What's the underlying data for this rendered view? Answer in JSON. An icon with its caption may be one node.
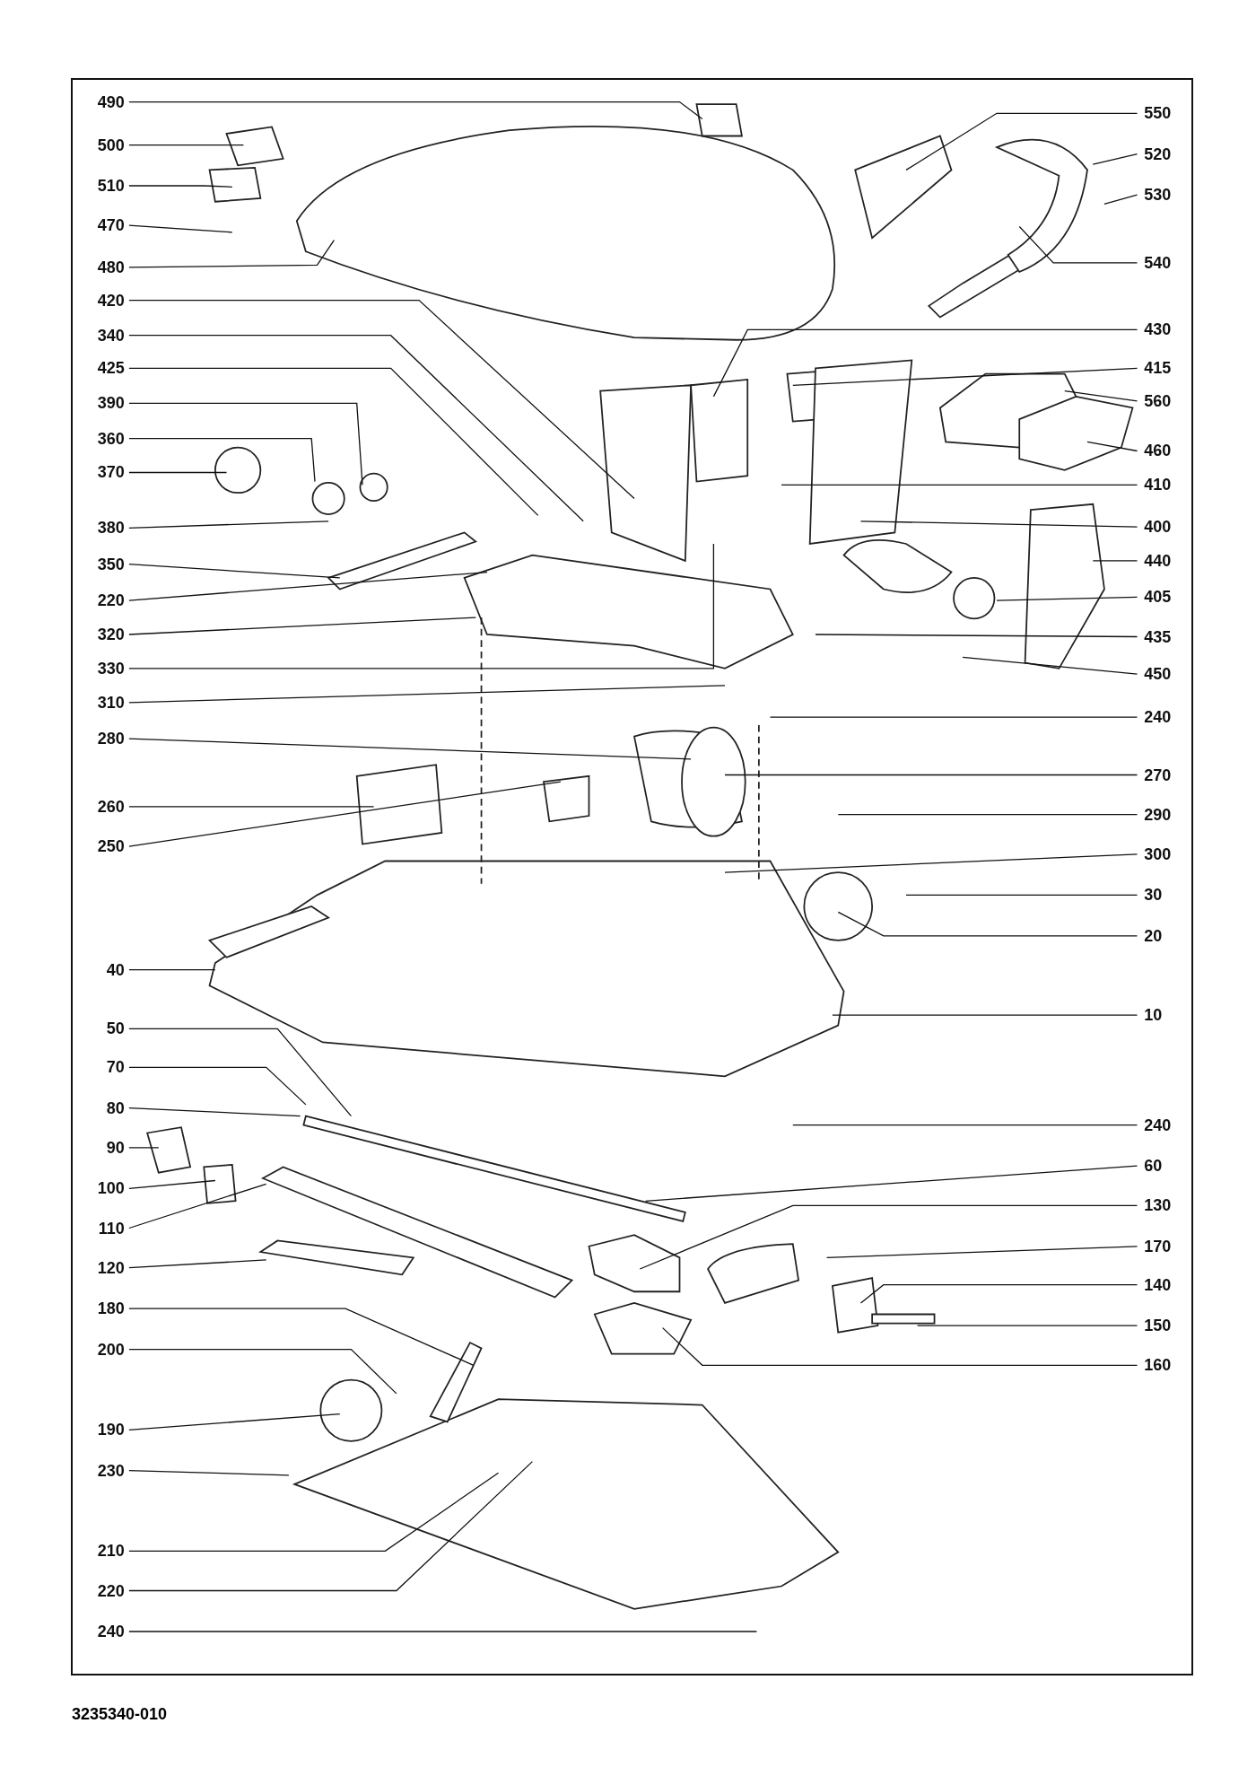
{
  "diagram": {
    "nodes": [
      {
        "text": [
          "490"
        ]
      },
      {
        "text": [
          "500"
        ]
      },
      {
        "text": [
          "510"
        ]
      },
      {
        "text": [
          "470"
        ]
      },
      {
        "text": [
          "480"
        ]
      },
      {
        "text": [
          "420"
        ]
      },
      {
        "text": [
          "340"
        ]
      },
      {
        "text": [
          "425"
        ]
      },
      {
        "text": [
          "390"
        ]
      },
      {
        "text": [
          "360"
        ]
      },
      {
        "text": [
          "370"
        ]
      },
      {
        "text": [
          "380"
        ]
      },
      {
        "text": [
          "350"
        ]
      },
      {
        "text": [
          "220"
        ]
      },
      {
        "text": [
          "320"
        ]
      },
      {
        "text": [
          "330"
        ]
      },
      {
        "text": [
          "310"
        ]
      },
      {
        "text": [
          "280"
        ]
      },
      {
        "text": [
          "260"
        ]
      },
      {
        "text": [
          "250"
        ]
      },
      {
        "text": [
          "40"
        ]
      },
      {
        "text": [
          "50"
        ]
      },
      {
        "text": [
          "70"
        ]
      },
      {
        "text": [
          "80"
        ]
      },
      {
        "text": [
          "90"
        ]
      },
      {
        "text": [
          "100"
        ]
      },
      {
        "text": [
          "110"
        ]
      },
      {
        "text": [
          "120"
        ]
      },
      {
        "text": [
          "180"
        ]
      },
      {
        "text": [
          "200"
        ]
      },
      {
        "text": [
          "190"
        ]
      },
      {
        "text": [
          "230"
        ]
      },
      {
        "text": [
          "210"
        ]
      },
      {
        "text": [
          "220"
        ]
      },
      {
        "text": [
          "240"
        ]
      },
      {
        "text": [
          "550"
        ]
      },
      {
        "text": [
          "520"
        ]
      },
      {
        "text": [
          "530"
        ]
      },
      {
        "text": [
          "540"
        ]
      },
      {
        "text": [
          "430"
        ]
      },
      {
        "text": [
          "415"
        ]
      },
      {
        "text": [
          "560"
        ]
      },
      {
        "text": [
          "460"
        ]
      },
      {
        "text": [
          "410"
        ]
      },
      {
        "text": [
          "400"
        ]
      },
      {
        "text": [
          "440"
        ]
      },
      {
        "text": [
          "405"
        ]
      },
      {
        "text": [
          "435"
        ]
      },
      {
        "text": [
          "450"
        ]
      },
      {
        "text": [
          "240"
        ]
      },
      {
        "text": [
          "270"
        ]
      },
      {
        "text": [
          "290"
        ]
      },
      {
        "text": [
          "300"
        ]
      },
      {
        "text": [
          "30"
        ]
      },
      {
        "text": [
          "20"
        ]
      },
      {
        "text": [
          "10"
        ]
      },
      {
        "text": [
          "240"
        ]
      },
      {
        "text": [
          "60"
        ]
      },
      {
        "text": [
          "130"
        ]
      },
      {
        "text": [
          "170"
        ]
      },
      {
        "text": [
          "140"
        ]
      },
      {
        "text": [
          "150"
        ]
      },
      {
        "text": [
          "160"
        ]
      }
    ],
    "edges": [
      {
        "from": 0,
        "to": null,
        "arrow": "none"
      },
      {
        "from": 1,
        "to": null,
        "arrow": "none"
      },
      {
        "from": 2,
        "to": null,
        "arrow": "none"
      },
      {
        "from": 3,
        "to": null,
        "arrow": "none"
      },
      {
        "from": 4,
        "to": null,
        "arrow": "none"
      },
      {
        "from": 5,
        "to": null,
        "arrow": "none"
      },
      {
        "from": 6,
        "to": null,
        "arrow": "none"
      },
      {
        "from": 7,
        "to": null,
        "arrow": "none"
      },
      {
        "from": 8,
        "to": null,
        "arrow": "none"
      },
      {
        "from": 9,
        "to": null,
        "arrow": "none"
      },
      {
        "from": 10,
        "to": null,
        "arrow": "none"
      },
      {
        "from": 11,
        "to": null,
        "arrow": "none"
      },
      {
        "from": 12,
        "to": null,
        "arrow": "none"
      },
      {
        "from": 13,
        "to": null,
        "arrow": "none"
      },
      {
        "from": 14,
        "to": null,
        "arrow": "none"
      },
      {
        "from": 15,
        "to": null,
        "arrow": "none"
      },
      {
        "from": 16,
        "to": null,
        "arrow": "none"
      },
      {
        "from": 17,
        "to": null,
        "arrow": "none"
      },
      {
        "from": 18,
        "to": null,
        "arrow": "none"
      },
      {
        "from": 19,
        "to": null,
        "arrow": "none"
      },
      {
        "from": 20,
        "to": null,
        "arrow": "none"
      },
      {
        "from": 21,
        "to": null,
        "arrow": "none"
      },
      {
        "from": 22,
        "to": null,
        "arrow": "none"
      },
      {
        "from": 23,
        "to": null,
        "arrow": "none"
      },
      {
        "from": 24,
        "to": null,
        "arrow": "none"
      },
      {
        "from": 25,
        "to": null,
        "arrow": "none"
      },
      {
        "from": 26,
        "to": null,
        "arrow": "none"
      },
      {
        "from": 27,
        "to": null,
        "arrow": "none"
      },
      {
        "from": 28,
        "to": null,
        "arrow": "none"
      },
      {
        "from": 29,
        "to": null,
        "arrow": "none"
      },
      {
        "from": 30,
        "to": null,
        "arrow": "none"
      },
      {
        "from": 31,
        "to": null,
        "arrow": "none"
      },
      {
        "from": 32,
        "to": null,
        "arrow": "none"
      },
      {
        "from": 33,
        "to": null,
        "arrow": "none"
      },
      {
        "from": 34,
        "to": null,
        "arrow": "none"
      },
      {
        "from": 35,
        "to": null,
        "arrow": "none"
      },
      {
        "from": 36,
        "to": null,
        "arrow": "none"
      },
      {
        "from": 37,
        "to": null,
        "arrow": "none"
      },
      {
        "from": 38,
        "to": null,
        "arrow": "none"
      },
      {
        "from": 39,
        "to": null,
        "arrow": "none"
      },
      {
        "from": 40,
        "to": null,
        "arrow": "none"
      },
      {
        "from": 41,
        "to": null,
        "arrow": "none"
      },
      {
        "from": 42,
        "to": null,
        "arrow": "none"
      },
      {
        "from": 43,
        "to": null,
        "arrow": "none"
      },
      {
        "from": 44,
        "to": null,
        "arrow": "none"
      },
      {
        "from": 45,
        "to": null,
        "arrow": "none"
      },
      {
        "from": 46,
        "to": null,
        "arrow": "none"
      },
      {
        "from": 47,
        "to": null,
        "arrow": "none"
      },
      {
        "from": 48,
        "to": null,
        "arrow": "none"
      },
      {
        "from": 49,
        "to": null,
        "arrow": "none"
      },
      {
        "from": 50,
        "to": null,
        "arrow": "none"
      },
      {
        "from": 51,
        "to": null,
        "arrow": "none"
      },
      {
        "from": 52,
        "to": null,
        "arrow": "none"
      },
      {
        "from": 53,
        "to": null,
        "arrow": "none"
      },
      {
        "from": 54,
        "to": null,
        "arrow": "none"
      },
      {
        "from": 55,
        "to": null,
        "arrow": "none"
      },
      {
        "from": 56,
        "to": null,
        "arrow": "none"
      },
      {
        "from": 57,
        "to": null,
        "arrow": "none"
      },
      {
        "from": 58,
        "to": null,
        "arrow": "none"
      },
      {
        "from": 59,
        "to": null,
        "arrow": "none"
      },
      {
        "from": 60,
        "to": null,
        "arrow": "none"
      },
      {
        "from": 61,
        "to": null,
        "arrow": "none"
      },
      {
        "from": 62,
        "to": null,
        "arrow": "none"
      }
    ],
    "labels": [
      "3235340-010"
    ]
  }
}
